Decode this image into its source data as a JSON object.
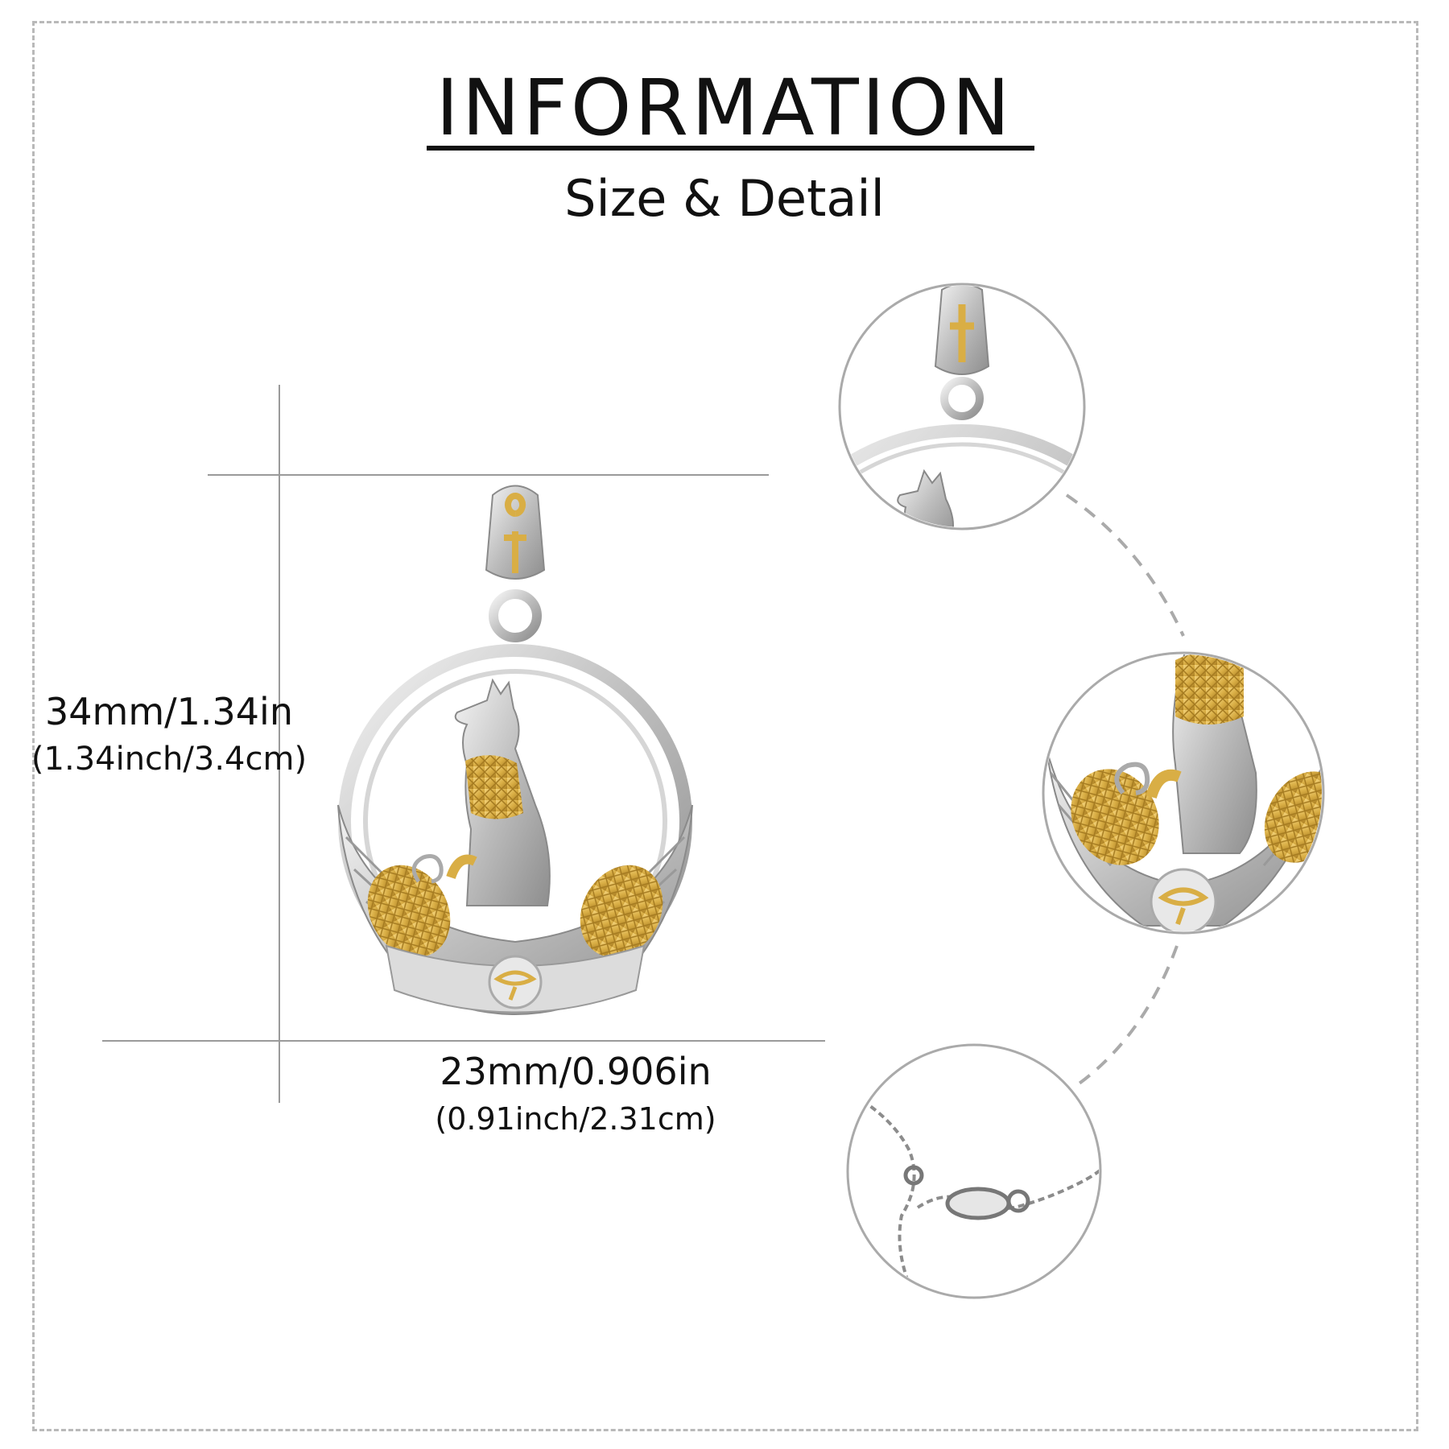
{
  "header": {
    "title": "INFORMATION",
    "subtitle": "Size & Detail"
  },
  "dimensions": {
    "height": {
      "primary": "34mm/1.34in",
      "secondary": "(1.34inch/3.4cm)"
    },
    "width": {
      "primary": "23mm/0.906in",
      "secondary": "(0.91inch/2.31cm)"
    }
  },
  "colors": {
    "gold": "#d9ae45",
    "silver": "#c9c9c9",
    "guide": "#9a9a9a"
  },
  "detail_views": [
    "bail-and-cat-head",
    "cat-collar-and-eye-of-horus",
    "chain-clasp"
  ]
}
